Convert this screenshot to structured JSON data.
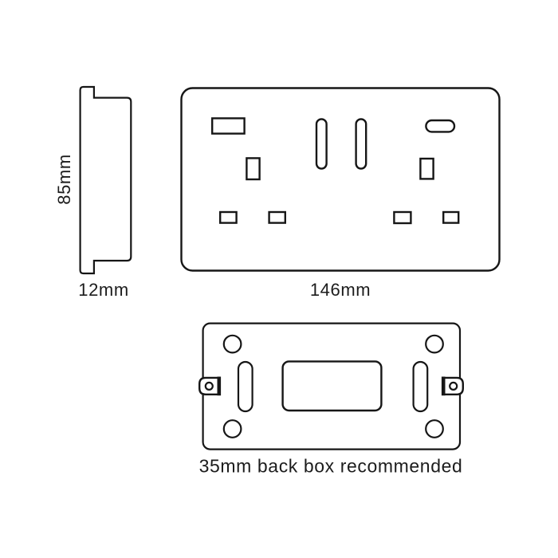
{
  "product_drawing": {
    "type": "dimension-diagram",
    "subject": "double-socket-with-usb",
    "side_profile": {
      "height_label": "85mm",
      "depth_label": "12mm"
    },
    "front_faceplate": {
      "width_label": "146mm",
      "features": [
        "usb-a-port",
        "rocker-switch-left",
        "rocker-switch-right",
        "usb-c-port",
        "earth-pin-slot-left",
        "earth-pin-slot-right",
        "live-pin-slot-left",
        "neutral-pin-slot-left",
        "live-pin-slot-right",
        "neutral-pin-slot-right"
      ]
    },
    "back_box": {
      "caption": "35mm back box recommended",
      "features": [
        "fixing-holes",
        "mounting-slots",
        "terminal-housing",
        "screw-lugs"
      ]
    }
  },
  "colors": {
    "line": "#161616",
    "text": "#1c1c1c",
    "background": "#ffffff"
  }
}
